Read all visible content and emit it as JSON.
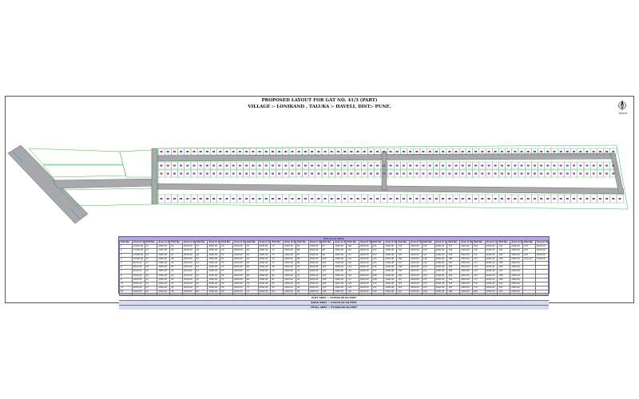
{
  "title": "PROPOSED LAYOUT FOR GAT NO. 41/3 (PART)",
  "subtitle": "VILLAGE :- LONIKAND , TALUKA :- HAVELI, DIST:- PUNE.",
  "north_label": "NORTH",
  "table": {
    "title": "Plot Area Table",
    "col_plot": "Plot No.",
    "col_area": "Area in SQFT",
    "rows": [
      [
        "1",
        "12000.00",
        "13",
        "2000.00",
        "25",
        "2000.00",
        "37",
        "2000.00",
        "49",
        "2000.00",
        "61",
        "2000.00",
        "73",
        "2000.00",
        "85",
        "2000.00",
        "97",
        "2000.00",
        "109",
        "2000.00",
        "121",
        "2000.00",
        "133",
        "2000.00",
        "145",
        "2000.00",
        "157",
        "2000.00",
        "169",
        "2000.00",
        "181",
        "2000.00",
        "193",
        "2000.00"
      ],
      [
        "2",
        "11500.00",
        "14",
        "2000.00",
        "26",
        "2000.00",
        "38",
        "2000.00",
        "50",
        "2000.00",
        "62",
        "2000.00",
        "74",
        "2000.00",
        "86",
        "2000.00",
        "98",
        "2000.00",
        "110",
        "2000.00",
        "122",
        "2000.00",
        "134",
        "2000.00",
        "146",
        "2000.00",
        "158",
        "2000.00",
        "170",
        "2000.00",
        "182",
        "2000.00",
        "194",
        "2000.00"
      ],
      [
        "3",
        "11000.00",
        "15",
        "2000.00",
        "27",
        "2000.00",
        "39",
        "2000.00",
        "51",
        "2000.00",
        "63",
        "2000.00",
        "75",
        "2000.00",
        "87",
        "2000.00",
        "99",
        "2000.00",
        "111",
        "2000.00",
        "123",
        "2000.00",
        "135",
        "2000.00",
        "147",
        "2000.00",
        "159",
        "2000.00",
        "171",
        "2000.00",
        "183",
        "2000.00",
        "195",
        "2000.00"
      ],
      [
        "4",
        "10500.00",
        "16",
        "2000.00",
        "28",
        "2000.00",
        "40",
        "2000.00",
        "52",
        "2000.00",
        "64",
        "2000.00",
        "76",
        "2000.00",
        "88",
        "2000.00",
        "100",
        "2000.00",
        "112",
        "2000.00",
        "124",
        "2000.00",
        "136",
        "2000.00",
        "148",
        "2000.00",
        "160",
        "2000.00",
        "172",
        "2000.00",
        "184",
        "2000.00",
        "Amenity",
        "7000.00"
      ],
      [
        "5",
        "8515.00",
        "17",
        "2000.00",
        "29",
        "2000.00",
        "41",
        "2000.00",
        "53",
        "2000.00",
        "65",
        "2000.00",
        "77",
        "2000.00",
        "89",
        "2000.00",
        "101",
        "2000.00",
        "113",
        "2000.00",
        "125",
        "2000.00",
        "137",
        "2000.00",
        "149",
        "2000.00",
        "161",
        "2000.00",
        "173",
        "2000.00",
        "185",
        "2000.00",
        "",
        ""
      ],
      [
        "6",
        "2000.00",
        "18",
        "2000.00",
        "30",
        "2000.00",
        "42",
        "2000.00",
        "54",
        "2000.00",
        "66",
        "2000.00",
        "78",
        "2000.00",
        "90",
        "2000.00",
        "102",
        "2000.00",
        "114",
        "2000.00",
        "126",
        "2000.00",
        "138",
        "2000.00",
        "150",
        "2000.00",
        "162",
        "2000.00",
        "174",
        "2000.00",
        "186",
        "2000.00",
        "",
        ""
      ],
      [
        "7",
        "2000.00",
        "19",
        "2000.00",
        "31",
        "2000.00",
        "43",
        "2000.00",
        "55",
        "2000.00",
        "67",
        "2000.00",
        "79",
        "2000.00",
        "91",
        "2000.00",
        "103",
        "2000.00",
        "115",
        "2000.00",
        "127",
        "2000.00",
        "139",
        "2000.00",
        "151",
        "2000.00",
        "163",
        "2000.00",
        "175",
        "2000.00",
        "187",
        "2000.00",
        "",
        ""
      ],
      [
        "8",
        "2000.00",
        "20",
        "2000.00",
        "32",
        "2000.00",
        "44",
        "2000.00",
        "56",
        "2000.00",
        "68",
        "2000.00",
        "80",
        "2000.00",
        "92",
        "2000.00",
        "104",
        "2000.00",
        "116",
        "2000.00",
        "128",
        "2000.00",
        "140",
        "2000.00",
        "152",
        "2000.00",
        "164",
        "2000.00",
        "176",
        "2000.00",
        "188",
        "2000.00",
        "",
        ""
      ],
      [
        "9",
        "2000.00",
        "21",
        "2000.00",
        "33",
        "2000.00",
        "45",
        "2000.00",
        "57",
        "2000.00",
        "69",
        "2000.00",
        "81",
        "2000.00",
        "93",
        "2000.00",
        "105",
        "2000.00",
        "117",
        "2000.00",
        "129",
        "2000.00",
        "141",
        "2000.00",
        "153",
        "2000.00",
        "165",
        "2000.00",
        "177",
        "2000.00",
        "189",
        "2000.00",
        "",
        ""
      ],
      [
        "10",
        "2000.00",
        "22",
        "2000.00",
        "34",
        "2000.00",
        "46",
        "2000.00",
        "58",
        "2000.00",
        "70",
        "2000.00",
        "82",
        "2000.00",
        "94",
        "2000.00",
        "106",
        "2000.00",
        "118",
        "2000.00",
        "130",
        "2000.00",
        "142",
        "2000.00",
        "154",
        "2000.00",
        "166",
        "2000.00",
        "178",
        "2000.00",
        "190",
        "2000.00",
        "",
        ""
      ],
      [
        "11",
        "2000.00",
        "23",
        "2000.00",
        "35",
        "2000.00",
        "47",
        "2000.00",
        "59",
        "2000.00",
        "71",
        "2000.00",
        "83",
        "2000.00",
        "95",
        "2000.00",
        "107",
        "2000.00",
        "119",
        "2000.00",
        "131",
        "2000.00",
        "143",
        "2000.00",
        "155",
        "2000.00",
        "167",
        "2000.00",
        "179",
        "2000.00",
        "191",
        "2000.00",
        "",
        ""
      ],
      [
        "12",
        "2000.00",
        "24",
        "2000.00",
        "36",
        "2000.00",
        "48",
        "2000.00",
        "60",
        "2000.00",
        "72",
        "2000.00",
        "84",
        "2000.00",
        "96",
        "2000.00",
        "108",
        "2000.00",
        "120",
        "2000.00",
        "132",
        "2000.00",
        "144",
        "2000.00",
        "156",
        "2000.00",
        "168",
        "2000.00",
        "180",
        "2000.00",
        "192",
        "2000.00",
        "",
        ""
      ]
    ],
    "summary": [
      "PLOT AREA = 413500.00 SQ.FEET",
      "ROAD AREA = 145270.00 SQ.FEET",
      "TOTAL AREA = 577000.00 SQ.FEET"
    ]
  },
  "colors": {
    "road": "#a7a9ac",
    "plot_outline": "#2fb84a",
    "plot_number": "#c01fb4",
    "table_border": "#6a4fa0",
    "table_header": "#b9a6dc",
    "highway_marking": "#3aa0e0"
  },
  "icons": [
    "north-arrow-icon"
  ]
}
